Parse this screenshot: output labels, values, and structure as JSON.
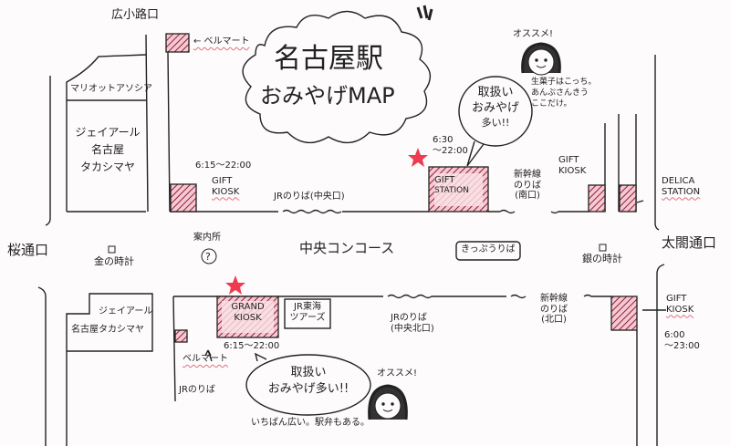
{
  "title": {
    "line1": "名古屋駅",
    "line2": "おみやげMAP"
  },
  "exits": {
    "hirokoji": "広小路口",
    "sakuradori": "桜通口",
    "taikodori": "太閤通口"
  },
  "concourse": "中央コンコース",
  "landmarks": {
    "gold_clock": "金の時計",
    "silver_clock": "銀の時計",
    "info_center": "案内所",
    "ticket_office": "きっぷうりば"
  },
  "buildings": {
    "marriott": "マリオットアソシア",
    "takashimaya_top": [
      "ジェイアール",
      "名古屋",
      "タカシマヤ"
    ],
    "takashimaya_bottom": [
      "ジェイアール",
      "名古屋タカシマヤ"
    ],
    "jr_tours": [
      "JR東海",
      "ツアーズ"
    ]
  },
  "platforms": {
    "jr_central": "JRのりば(中央口)",
    "shinkansen_south": [
      "新幹線",
      "のりば",
      "(南口)"
    ],
    "jr_central_north": [
      "JRのりば",
      "(中央北口)"
    ],
    "shinkansen_north": [
      "新幹線",
      "のりば",
      "(北口)"
    ],
    "jr": "JRのりば"
  },
  "shops": {
    "bellmart_top": "← ベルマート",
    "gift_kiosk_left": {
      "name": [
        "GIFT",
        "KIOSK"
      ],
      "hours": "6:15～22:00"
    },
    "gift_station": {
      "name": [
        "GIFT",
        "STATION"
      ],
      "hours": [
        "6:30",
        "～22:00"
      ]
    },
    "gift_kiosk_right": {
      "name": [
        "GIFT",
        "KIOSK"
      ]
    },
    "delica_station": {
      "name": [
        "DELICA",
        "STATION"
      ]
    },
    "grand_kiosk": {
      "name": [
        "GRAND",
        "KIOSK"
      ],
      "hours": "6:15～22:00"
    },
    "bellmart_bottom": "ベルマート",
    "gift_kiosk_east": {
      "name": [
        "GIFT",
        "KIOSK"
      ],
      "hours": [
        "6:00",
        "～23:00"
      ]
    }
  },
  "callouts": {
    "top_bubble": [
      "取扱い",
      "おみやげ",
      "多い!!"
    ],
    "top_recommend": "オススメ!",
    "top_note": [
      "生菓子はこっち。",
      "あんぷさんきう",
      "ここだけ。"
    ],
    "bottom_bubble": [
      "取扱い",
      "おみやげ多い!!"
    ],
    "bottom_recommend": "オススメ!",
    "bottom_note": "いちばん広い。駅弁もある。"
  },
  "colors": {
    "shop_hatch": "#d23a55",
    "shop_fill": "#f6c9d2",
    "star": "#ee3b4f",
    "wavy_underline": "#e07080",
    "ink": "#222222"
  },
  "icons": {
    "star": "star-icon",
    "clock": "clock-icon",
    "info": "question-mark-icon",
    "face": "girl-face-icon"
  }
}
